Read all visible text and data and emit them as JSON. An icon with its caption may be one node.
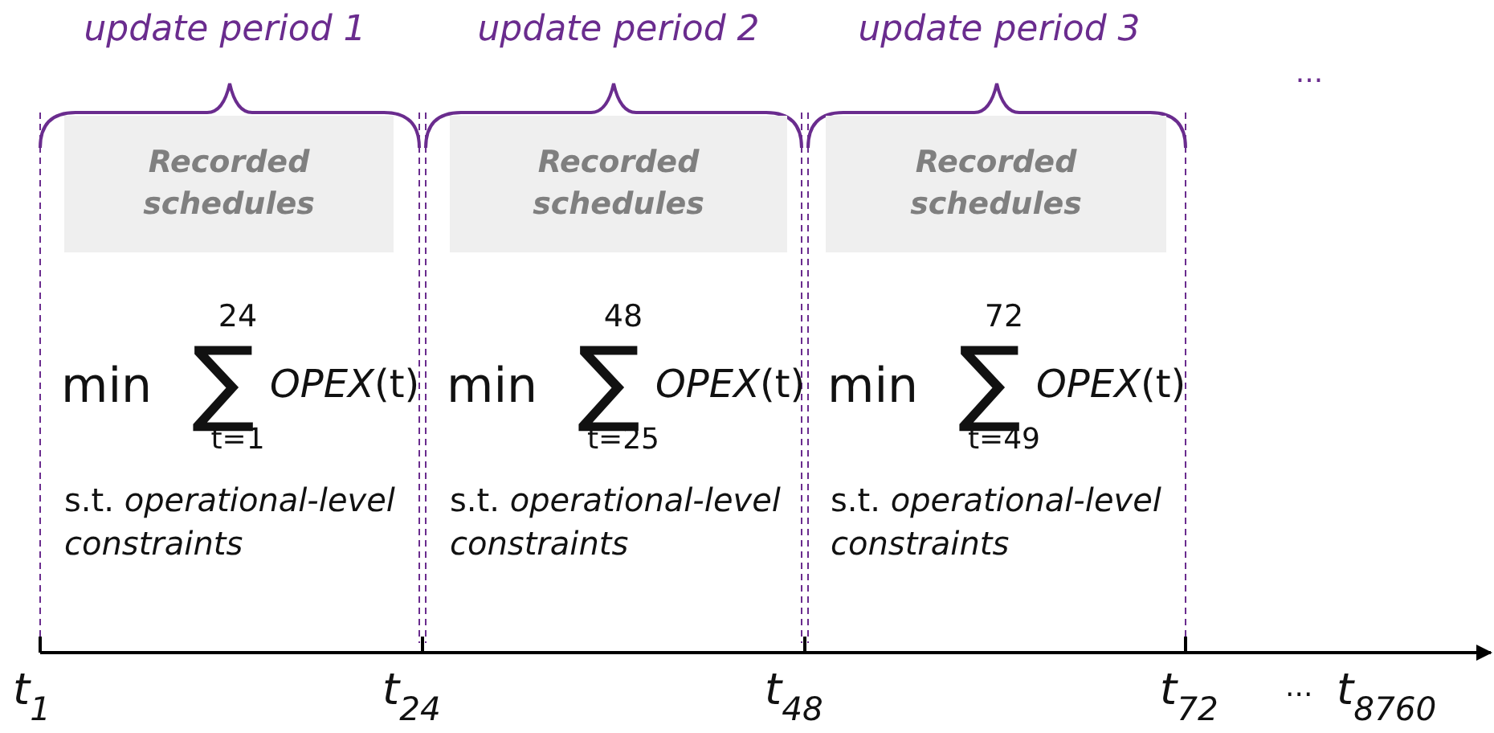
{
  "diagram": {
    "nodes": [
      {
        "text": [
          "Recorded schedules"
        ]
      },
      {
        "text": [
          "Recorded schedules"
        ]
      },
      {
        "text": [
          "Recorded schedules"
        ]
      }
    ],
    "labels": [
      "update period 1",
      "update period 2",
      "update period 3",
      "...",
      "24",
      "min",
      "∑",
      "*OPEX*(t)",
      "t=1",
      "s.t. *operational-level constraints*",
      "48",
      "min",
      "∑",
      "*OPEX*(t)",
      "t=25",
      "s.t. *operational-level constraints*",
      "72",
      "min",
      "∑",
      "*OPEX*(t)",
      "t=49",
      "s.t. *operational-level constraints*",
      "t$_{1}$",
      "t$_{24}$",
      "t$_{48}$",
      "t$_{72}$",
      "...",
      "t$_{8760}$"
    ]
  }
}
